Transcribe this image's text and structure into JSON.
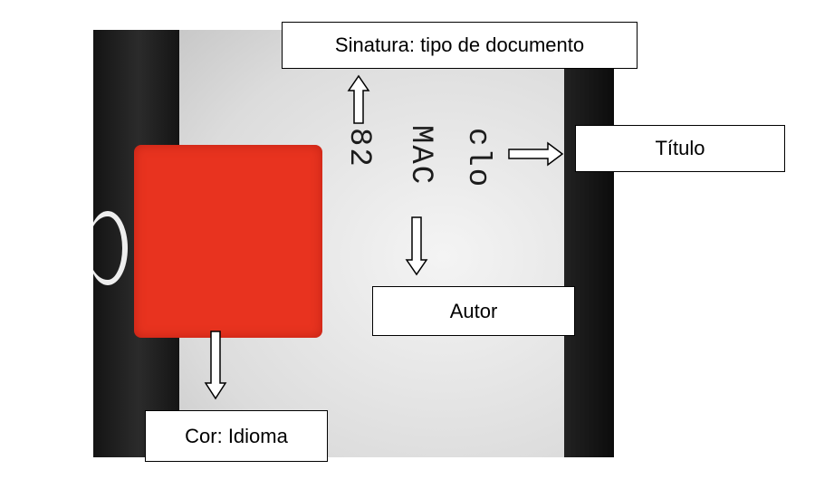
{
  "photo": {
    "spine_lines": [
      "82",
      "MAC",
      "clo"
    ],
    "sticker_color": "#e8331f"
  },
  "annotations": {
    "signature": "Sinatura: tipo de documento",
    "title": "Título",
    "author": "Autor",
    "color": "Cor: Idioma"
  }
}
